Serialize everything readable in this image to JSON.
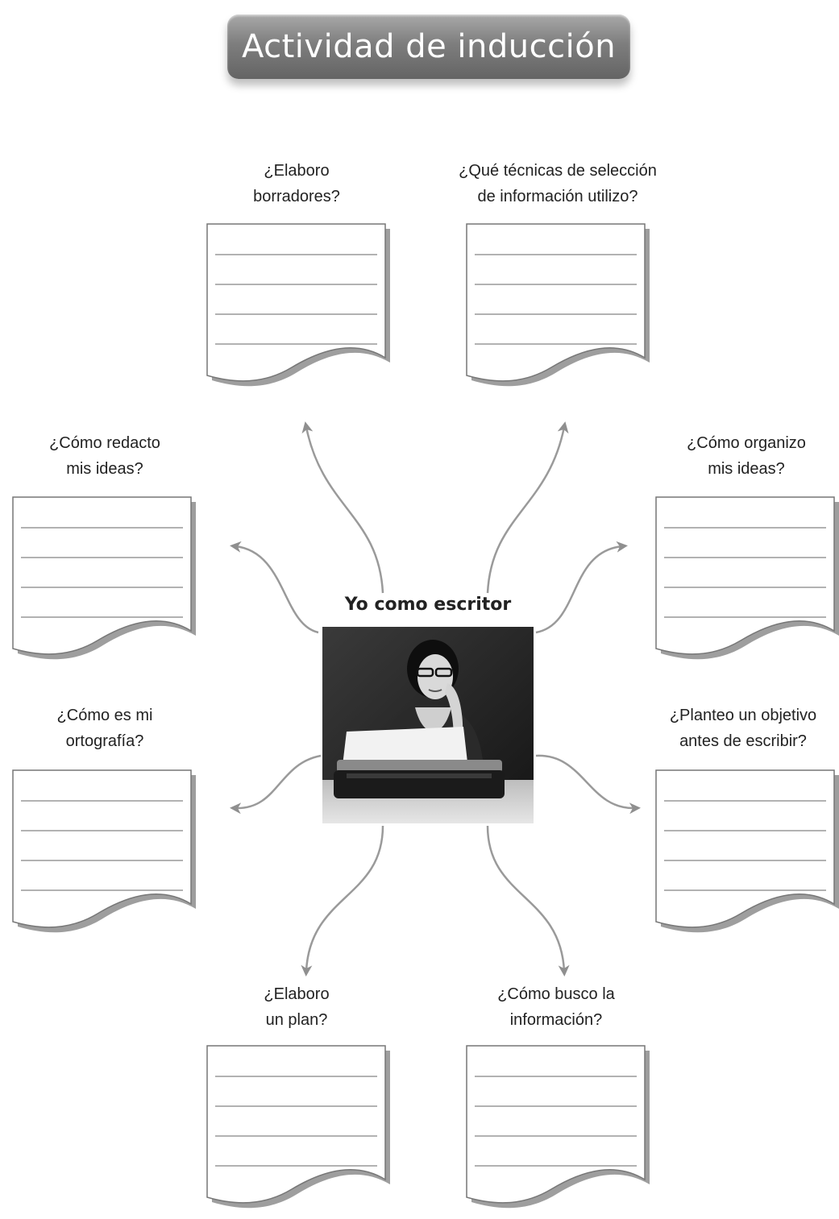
{
  "title": "Actividad de inducción",
  "center": {
    "label": "Yo como escritor",
    "image": "person-at-typewriter"
  },
  "questions": {
    "q1": [
      "¿Elaboro",
      "borradores?"
    ],
    "q2": [
      "¿Qué técnicas de selección",
      "de información utilizo?"
    ],
    "q3": [
      "¿Cómo redacto",
      "mis ideas?"
    ],
    "q4": [
      "¿Cómo organizo",
      "mis ideas?"
    ],
    "q5": [
      "¿Cómo es mi",
      "ortografía?"
    ],
    "q6": [
      "¿Planteo un objetivo",
      "antes de escribir?"
    ],
    "q7": [
      "¿Elaboro",
      "un plan?"
    ],
    "q8": [
      "¿Cómo busco la",
      "información?"
    ]
  },
  "colors": {
    "banner": "#7e7e7e",
    "arrow": "#9a9a9a",
    "card_line": "#999999"
  }
}
